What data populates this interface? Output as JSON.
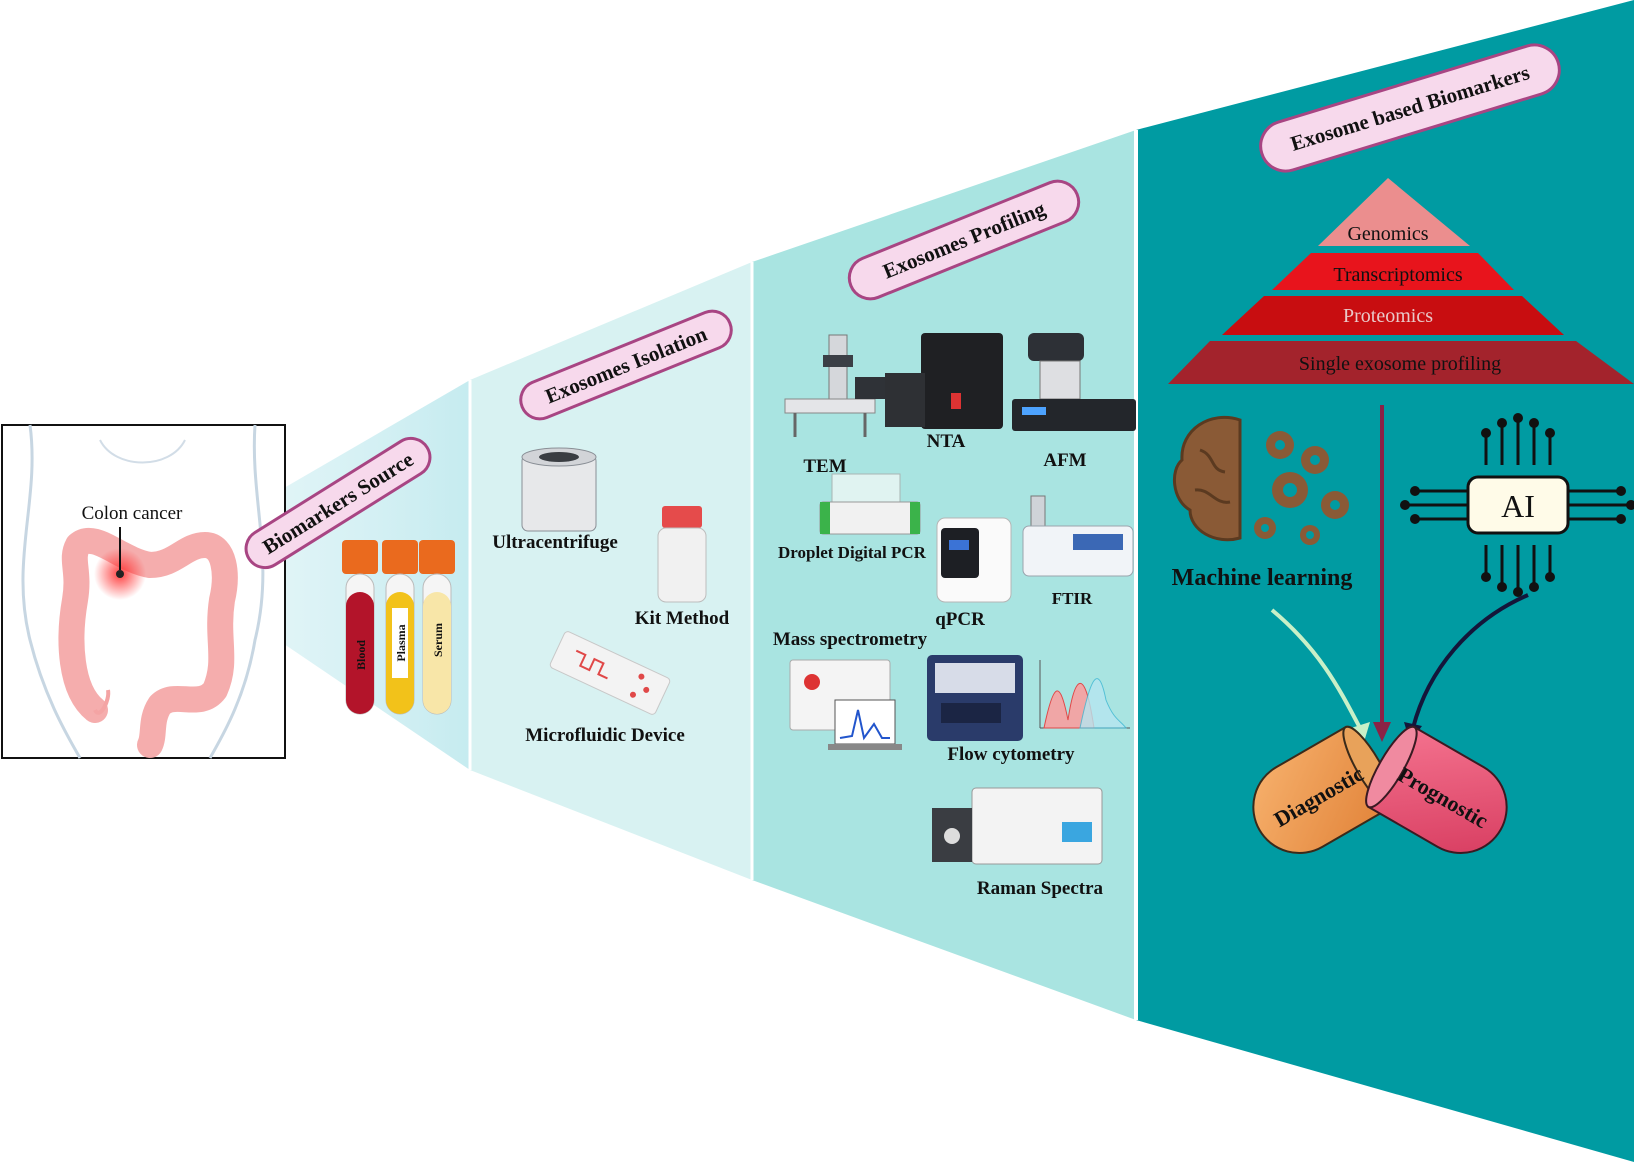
{
  "source": {
    "label": "Colon cancer",
    "banner": "Biomarkers Source",
    "tubes": [
      "Blood",
      "Plasma",
      "Serum"
    ]
  },
  "isolation": {
    "banner": "Exosomes Isolation",
    "methods": [
      "Ultracentrifuge",
      "Kit Method",
      "Microfluidic Device"
    ]
  },
  "profiling": {
    "banner": "Exosomes Profiling",
    "techniques": [
      "TEM",
      "NTA",
      "AFM",
      "Droplet Digital PCR",
      "qPCR",
      "FTIR",
      "Mass spectrometry",
      "Flow cytometry",
      "Raman Spectra"
    ]
  },
  "biomarkers": {
    "banner": "Exosome based Biomarkers",
    "pyramid": [
      "Genomics",
      "Transcriptomics",
      "Proteomics",
      "Single exosome profiling"
    ],
    "pyramid_colors": [
      "#eb8e8e",
      "#e8141c",
      "#c80d10",
      "#a3232c"
    ],
    "ml_label": "Machine learning",
    "ai_label": "AI",
    "outcomes": [
      "Diagnostic",
      "Prognostic"
    ]
  },
  "colors": {
    "panel_light": "#d9f3f3",
    "panel_mid": "#a9e4e1",
    "panel_dark": "#009ba2",
    "pill_fill": "#f7d9ec",
    "pill_stroke": "#a84583",
    "tumor": "#e02a2a"
  },
  "icons": [
    "brain-gears-icon",
    "ai-chip-icon",
    "centrifuge-icon",
    "bottle-icon",
    "microfluidic-chip-icon",
    "microscope-icon",
    "tube-icon",
    "capsule-icon"
  ]
}
